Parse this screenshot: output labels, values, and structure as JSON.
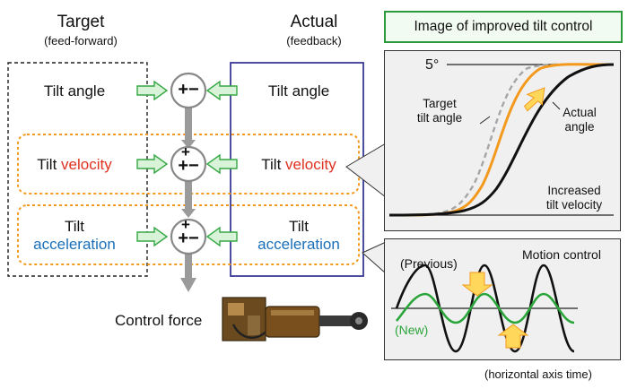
{
  "headers": {
    "target_title": "Target",
    "target_sub": "(feed-forward)",
    "actual_title": "Actual",
    "actual_sub": "(feedback)"
  },
  "rows": {
    "angle_left": "Tilt angle",
    "angle_right": "Tilt angle",
    "velocity_prefix": "Tilt",
    "velocity_word": "velocity",
    "accel_prefix": "Tilt",
    "accel_word": "acceleration"
  },
  "summers": [
    {
      "top": "",
      "plus": "+",
      "minus": "−"
    },
    {
      "top": "+",
      "plus": "+",
      "minus": "−"
    },
    {
      "top": "+",
      "plus": "+",
      "minus": "−"
    }
  ],
  "control_force": "Control force",
  "panel_title": "Image of improved tilt control",
  "top_panel": {
    "deg_label": "5°",
    "target_label_1": "Target",
    "target_label_2": "tilt angle",
    "actual_label_1": "Actual",
    "actual_label_2": "angle",
    "increased_1": "Increased",
    "increased_2": "tilt velocity"
  },
  "bottom_panel": {
    "previous": "(Previous)",
    "new": "(New)",
    "motion": "Motion control"
  },
  "axis_note": "(horizontal axis time)",
  "colors": {
    "orange": "#f39a1e",
    "green": "#2aa53a",
    "red": "#e03020",
    "blue": "#1a6fb8",
    "purple": "#3b3a96",
    "dashed_gray": "#a6a6a6"
  }
}
